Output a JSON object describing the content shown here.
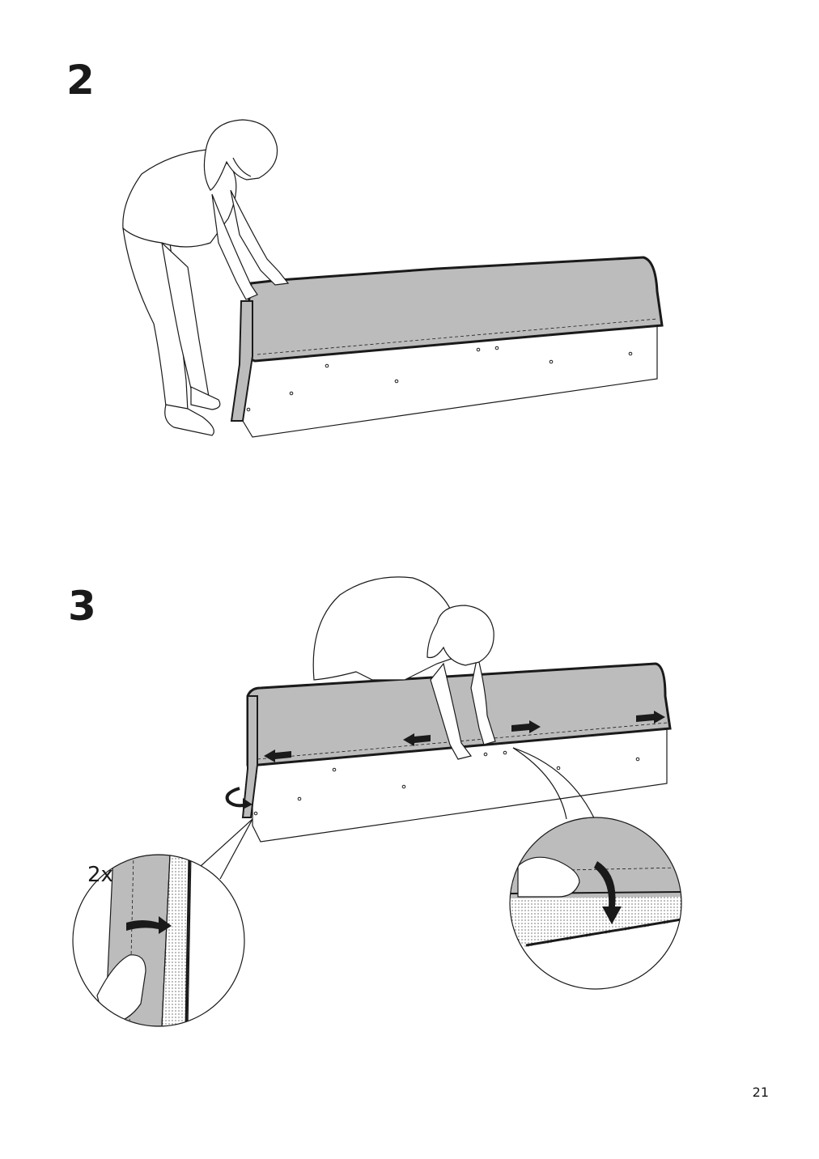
{
  "steps": [
    {
      "number": "2"
    },
    {
      "number": "3"
    }
  ],
  "detail_left": {
    "count_label": "2x"
  },
  "page": {
    "number": "21"
  },
  "colors": {
    "fabric": "#bcbcbc",
    "outline": "#1a1a1a",
    "board": "#ffffff"
  }
}
